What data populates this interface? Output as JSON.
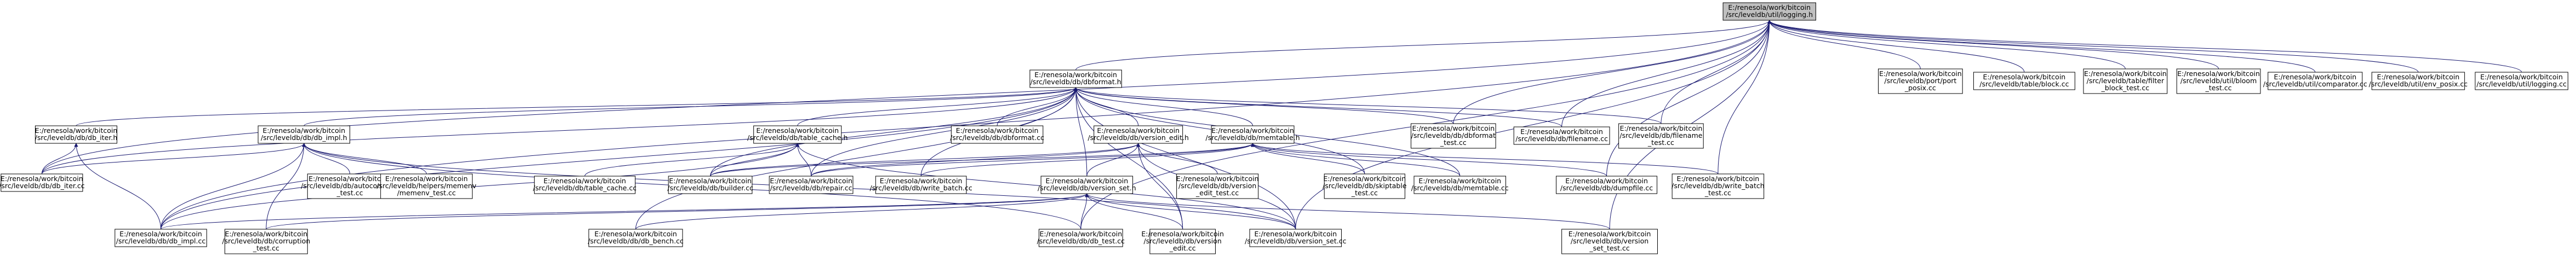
{
  "graph": {
    "root": "n0",
    "nodes": [
      {
        "id": "n0",
        "lines": [
          "E:/renesola/work/bitcoin",
          "/src/leveldb/util/logging.h"
        ]
      },
      {
        "id": "n1",
        "lines": [
          "E:/renesola/work/bitcoin",
          "/src/leveldb/db/dbformat.h"
        ]
      },
      {
        "id": "n2",
        "lines": [
          "E:/renesola/work/bitcoin",
          "/src/leveldb/port/port",
          "_posix.cc"
        ]
      },
      {
        "id": "n3",
        "lines": [
          "E:/renesola/work/bitcoin",
          "/src/leveldb/table/block.cc"
        ]
      },
      {
        "id": "n4",
        "lines": [
          "E:/renesola/work/bitcoin",
          "/src/leveldb/table/filter",
          "_block_test.cc"
        ]
      },
      {
        "id": "n5",
        "lines": [
          "E:/renesola/work/bitcoin",
          "/src/leveldb/util/bloom",
          "_test.cc"
        ]
      },
      {
        "id": "n6",
        "lines": [
          "E:/renesola/work/bitcoin",
          "/src/leveldb/util/comparator.cc"
        ]
      },
      {
        "id": "n7",
        "lines": [
          "E:/renesola/work/bitcoin",
          "/src/leveldb/util/env_posix.cc"
        ]
      },
      {
        "id": "n8",
        "lines": [
          "E:/renesola/work/bitcoin",
          "/src/leveldb/util/logging.cc"
        ]
      },
      {
        "id": "n9",
        "lines": [
          "E:/renesola/work/bitcoin",
          "/src/leveldb/db/db_iter.h"
        ]
      },
      {
        "id": "n10",
        "lines": [
          "E:/renesola/work/bitcoin",
          "/src/leveldb/db/db_impl.h"
        ]
      },
      {
        "id": "n11",
        "lines": [
          "E:/renesola/work/bitcoin",
          "/src/leveldb/db/table_cache.h"
        ]
      },
      {
        "id": "n12",
        "lines": [
          "E:/renesola/work/bitcoin",
          "/src/leveldb/db/dbformat.cc"
        ]
      },
      {
        "id": "n13",
        "lines": [
          "E:/renesola/work/bitcoin",
          "/src/leveldb/db/version_edit.h"
        ]
      },
      {
        "id": "n14",
        "lines": [
          "E:/renesola/work/bitcoin",
          "/src/leveldb/db/memtable.h"
        ]
      },
      {
        "id": "n15",
        "lines": [
          "E:/renesola/work/bitcoin",
          "/src/leveldb/db/dbformat",
          "_test.cc"
        ]
      },
      {
        "id": "n16",
        "lines": [
          "E:/renesola/work/bitcoin",
          "/src/leveldb/db/filename.cc"
        ]
      },
      {
        "id": "n17",
        "lines": [
          "E:/renesola/work/bitcoin",
          "/src/leveldb/db/filename",
          "_test.cc"
        ]
      },
      {
        "id": "n18",
        "lines": [
          "E:/renesola/work/bitcoin",
          "/src/leveldb/db/db_iter.cc"
        ]
      },
      {
        "id": "n19",
        "lines": [
          "E:/renesola/work/bitcoin",
          "/src/leveldb/db/autocompact",
          "_test.cc"
        ]
      },
      {
        "id": "n20",
        "lines": [
          "E:/renesola/work/bitcoin",
          "/src/leveldb/helpers/memenv",
          "/memenv_test.cc"
        ]
      },
      {
        "id": "n21",
        "lines": [
          "E:/renesola/work/bitcoin",
          "/src/leveldb/db/table_cache.cc"
        ]
      },
      {
        "id": "n22",
        "lines": [
          "E:/renesola/work/bitcoin",
          "/src/leveldb/db/builder.cc"
        ]
      },
      {
        "id": "n23",
        "lines": [
          "E:/renesola/work/bitcoin",
          "/src/leveldb/db/repair.cc"
        ]
      },
      {
        "id": "n24",
        "lines": [
          "E:/renesola/work/bitcoin",
          "/src/leveldb/db/write_batch.cc"
        ]
      },
      {
        "id": "n25",
        "lines": [
          "E:/renesola/work/bitcoin",
          "/src/leveldb/db/version",
          "_edit_test.cc"
        ]
      },
      {
        "id": "n26",
        "lines": [
          "E:/renesola/work/bitcoin",
          "/src/leveldb/db/skiptable",
          "_test.cc"
        ]
      },
      {
        "id": "n27",
        "lines": [
          "E:/renesola/work/bitcoin",
          "/src/leveldb/db/memtable.cc"
        ]
      },
      {
        "id": "n28",
        "lines": [
          "E:/renesola/work/bitcoin",
          "/src/leveldb/db/dumpfile.cc"
        ]
      },
      {
        "id": "n29",
        "lines": [
          "E:/renesola/work/bitcoin",
          "/src/leveldb/db/write_batch",
          "_test.cc"
        ]
      },
      {
        "id": "n30",
        "lines": [
          "E:/renesola/work/bitcoin",
          "/src/leveldb/db/version_set.h"
        ]
      },
      {
        "id": "n31",
        "lines": [
          "E:/renesola/work/bitcoin",
          "/src/leveldb/db/db_impl.cc"
        ]
      },
      {
        "id": "n32",
        "lines": [
          "E:/renesola/work/bitcoin",
          "/src/leveldb/db/corruption",
          "_test.cc"
        ]
      },
      {
        "id": "n33",
        "lines": [
          "E:/renesola/work/bitcoin",
          "/src/leveldb/db/db_bench.cc"
        ]
      },
      {
        "id": "n34",
        "lines": [
          "E:/renesola/work/bitcoin",
          "/src/leveldb/db/db_test.cc"
        ]
      },
      {
        "id": "n35",
        "lines": [
          "E:/renesola/work/bitcoin",
          "/src/leveldb/db/version",
          "_edit.cc"
        ]
      },
      {
        "id": "n36",
        "lines": [
          "E:/renesola/work/bitcoin",
          "/src/leveldb/db/version_set.cc"
        ]
      },
      {
        "id": "n37",
        "lines": [
          "E:/renesola/work/bitcoin",
          "/src/leveldb/db/version",
          "_set_test.cc"
        ]
      }
    ],
    "edges": [
      [
        "n1",
        "n0"
      ],
      [
        "n2",
        "n0"
      ],
      [
        "n3",
        "n0"
      ],
      [
        "n4",
        "n0"
      ],
      [
        "n5",
        "n0"
      ],
      [
        "n6",
        "n0"
      ],
      [
        "n7",
        "n0"
      ],
      [
        "n8",
        "n0"
      ],
      [
        "n15",
        "n0"
      ],
      [
        "n16",
        "n0"
      ],
      [
        "n17",
        "n0"
      ],
      [
        "n18",
        "n0"
      ],
      [
        "n28",
        "n0"
      ],
      [
        "n29",
        "n0"
      ],
      [
        "n31",
        "n0"
      ],
      [
        "n34",
        "n0"
      ],
      [
        "n36",
        "n0"
      ],
      [
        "n37",
        "n0"
      ],
      [
        "n9",
        "n1"
      ],
      [
        "n10",
        "n1"
      ],
      [
        "n11",
        "n1"
      ],
      [
        "n12",
        "n1"
      ],
      [
        "n13",
        "n1"
      ],
      [
        "n14",
        "n1"
      ],
      [
        "n15",
        "n1"
      ],
      [
        "n16",
        "n1"
      ],
      [
        "n17",
        "n1"
      ],
      [
        "n18",
        "n1"
      ],
      [
        "n22",
        "n1"
      ],
      [
        "n23",
        "n1"
      ],
      [
        "n24",
        "n1"
      ],
      [
        "n26",
        "n1"
      ],
      [
        "n27",
        "n1"
      ],
      [
        "n30",
        "n1"
      ],
      [
        "n31",
        "n1"
      ],
      [
        "n33",
        "n1"
      ],
      [
        "n35",
        "n1"
      ],
      [
        "n36",
        "n1"
      ],
      [
        "n18",
        "n9"
      ],
      [
        "n31",
        "n9"
      ],
      [
        "n18",
        "n10"
      ],
      [
        "n19",
        "n10"
      ],
      [
        "n20",
        "n10"
      ],
      [
        "n31",
        "n10"
      ],
      [
        "n32",
        "n10"
      ],
      [
        "n34",
        "n10"
      ],
      [
        "n36",
        "n10"
      ],
      [
        "n21",
        "n11"
      ],
      [
        "n22",
        "n11"
      ],
      [
        "n23",
        "n11"
      ],
      [
        "n31",
        "n11"
      ],
      [
        "n36",
        "n11"
      ],
      [
        "n22",
        "n13"
      ],
      [
        "n23",
        "n13"
      ],
      [
        "n25",
        "n13"
      ],
      [
        "n30",
        "n13"
      ],
      [
        "n35",
        "n13"
      ],
      [
        "n36",
        "n13"
      ],
      [
        "n22",
        "n14"
      ],
      [
        "n23",
        "n14"
      ],
      [
        "n24",
        "n14"
      ],
      [
        "n26",
        "n14"
      ],
      [
        "n27",
        "n14"
      ],
      [
        "n28",
        "n14"
      ],
      [
        "n29",
        "n14"
      ],
      [
        "n31",
        "n30"
      ],
      [
        "n32",
        "n30"
      ],
      [
        "n33",
        "n30"
      ],
      [
        "n34",
        "n30"
      ],
      [
        "n35",
        "n30"
      ],
      [
        "n36",
        "n30"
      ],
      [
        "n37",
        "n30"
      ]
    ]
  }
}
